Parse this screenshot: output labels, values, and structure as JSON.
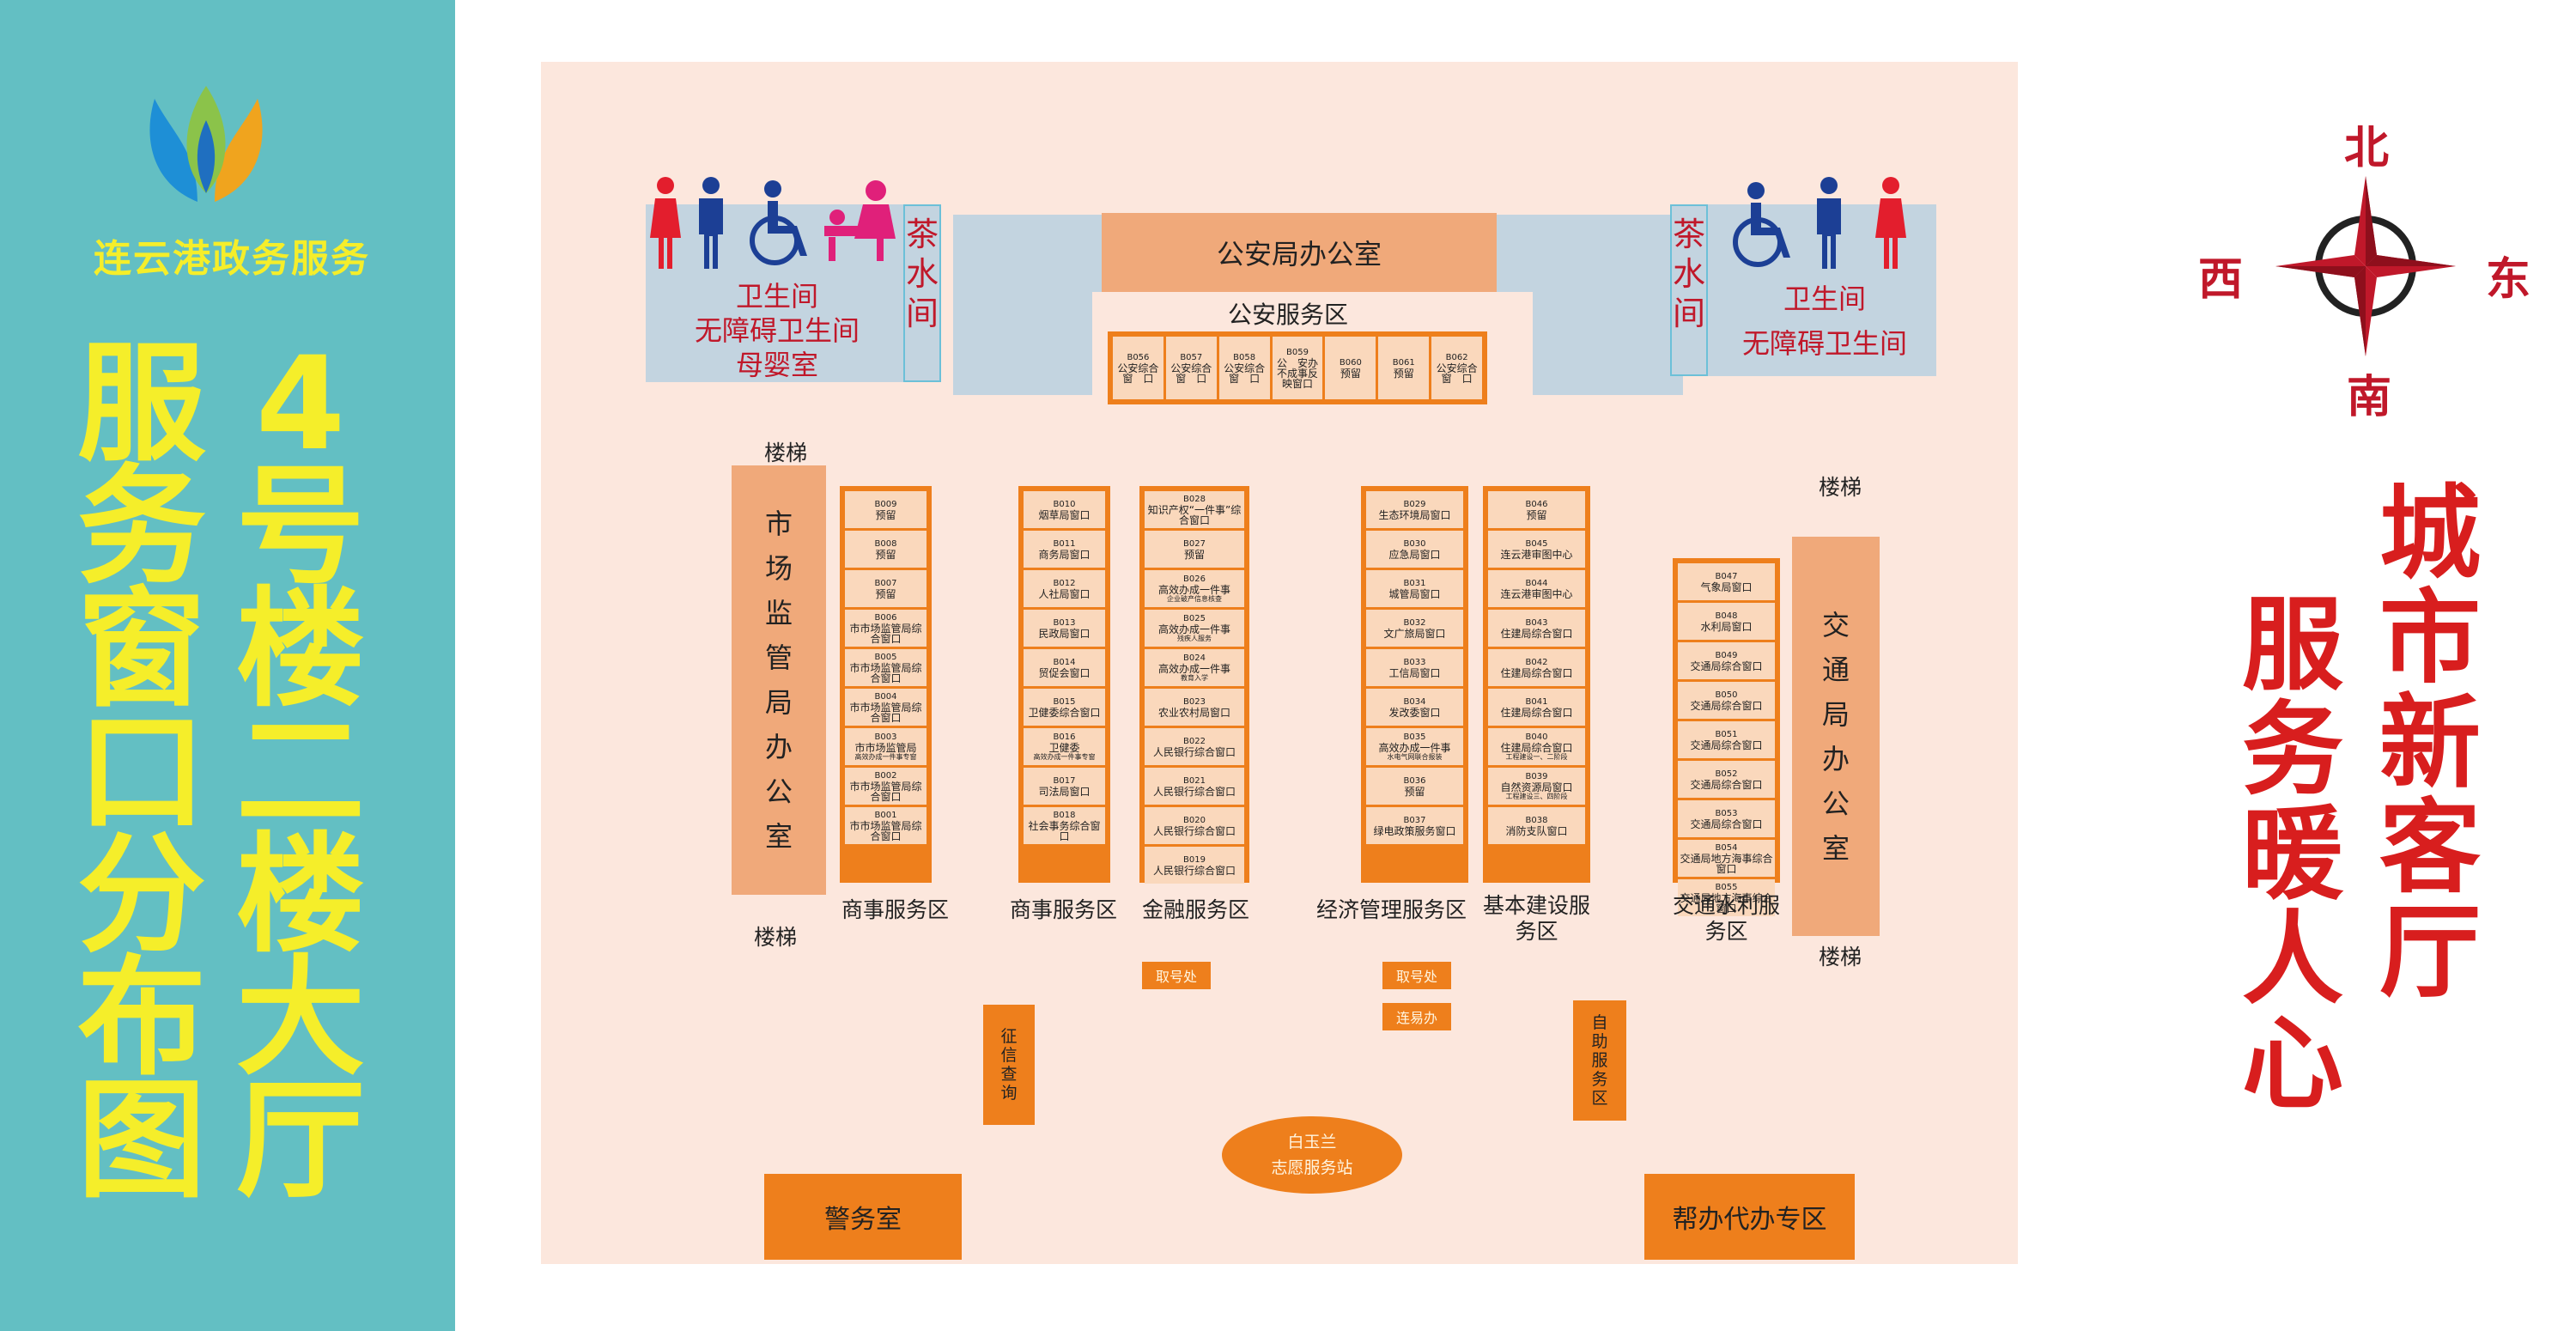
{
  "brand": {
    "name": "连云港政务服务",
    "logo_icon": "leaf-logo-icon"
  },
  "title": {
    "col1": "服务窗口分布图",
    "col2": "4号楼二楼大厅"
  },
  "colors": {
    "panel": "#63bfc3",
    "title_yellow": "#f5ee2a",
    "plan_bg": "#fce7dd",
    "orange": "#ee7f1c",
    "light_orange": "#f0a97a",
    "cell": "#fad8bc",
    "restroom": "#c3d4e0",
    "red": "#c0182a"
  },
  "restroom_left": {
    "line1": "卫生间",
    "line2": "无障碍卫生间",
    "line3": "母婴室"
  },
  "restroom_right": {
    "line1": "卫生间",
    "line2": "无障碍卫生间"
  },
  "tea_room": "茶水间",
  "police_office": "公安局办公室",
  "police_zone": "公安服务区",
  "police_windows": [
    {
      "id": "B056",
      "name": "公安综合窗　口"
    },
    {
      "id": "B057",
      "name": "公安综合窗　口"
    },
    {
      "id": "B058",
      "name": "公安综合窗　口"
    },
    {
      "id": "B059",
      "name": "公　安办不成事反映窗口"
    },
    {
      "id": "B060",
      "name": "预留"
    },
    {
      "id": "B061",
      "name": "预留"
    },
    {
      "id": "B062",
      "name": "公安综合窗　口"
    }
  ],
  "stairs": "楼梯",
  "market_office": "市场监管局办公室",
  "traffic_office": "交通局办公室",
  "columns": {
    "c1": [
      {
        "id": "B009",
        "name": "预留"
      },
      {
        "id": "B008",
        "name": "预留"
      },
      {
        "id": "B007",
        "name": "预留"
      },
      {
        "id": "B006",
        "name": "市市场监管局综合窗口"
      },
      {
        "id": "B005",
        "name": "市市场监管局综合窗口"
      },
      {
        "id": "B004",
        "name": "市市场监管局综合窗口"
      },
      {
        "id": "B003",
        "name": "市市场监管局",
        "sub": "高效办成一件事专窗"
      },
      {
        "id": "B002",
        "name": "市市场监管局综合窗口"
      },
      {
        "id": "B001",
        "name": "市市场监管局综合窗口"
      }
    ],
    "c2": [
      {
        "id": "B010",
        "name": "烟草局窗口"
      },
      {
        "id": "B011",
        "name": "商务局窗口"
      },
      {
        "id": "B012",
        "name": "人社局窗口"
      },
      {
        "id": "B013",
        "name": "民政局窗口"
      },
      {
        "id": "B014",
        "name": "贸促会窗口"
      },
      {
        "id": "B015",
        "name": "卫健委综合窗口"
      },
      {
        "id": "B016",
        "name": "卫健委",
        "sub": "高效办成一件事专窗"
      },
      {
        "id": "B017",
        "name": "司法局窗口"
      },
      {
        "id": "B018",
        "name": "社会事务综合窗口"
      }
    ],
    "c3": [
      {
        "id": "B028",
        "name": "知识产权“一件事”综合窗口"
      },
      {
        "id": "B027",
        "name": "预留"
      },
      {
        "id": "B026",
        "name": "高效办成一件事",
        "sub": "企业破产信息核查"
      },
      {
        "id": "B025",
        "name": "高效办成一件事",
        "sub": "残疾人服务"
      },
      {
        "id": "B024",
        "name": "高效办成一件事",
        "sub": "教育入学"
      },
      {
        "id": "B023",
        "name": "农业农村局窗口"
      },
      {
        "id": "B022",
        "name": "人民银行综合窗口"
      },
      {
        "id": "B021",
        "name": "人民银行综合窗口"
      },
      {
        "id": "B020",
        "name": "人民银行综合窗口"
      },
      {
        "id": "B019",
        "name": "人民银行综合窗口"
      }
    ],
    "c4": [
      {
        "id": "B029",
        "name": "生态环境局窗口"
      },
      {
        "id": "B030",
        "name": "应急局窗口"
      },
      {
        "id": "B031",
        "name": "城管局窗口"
      },
      {
        "id": "B032",
        "name": "文广旅局窗口"
      },
      {
        "id": "B033",
        "name": "工信局窗口"
      },
      {
        "id": "B034",
        "name": "发改委窗口"
      },
      {
        "id": "B035",
        "name": "高效办成一件事",
        "sub": "水电气网联合报装"
      },
      {
        "id": "B036",
        "name": "预留"
      },
      {
        "id": "B037",
        "name": "绿电政策服务窗口"
      }
    ],
    "c5": [
      {
        "id": "B046",
        "name": "预留"
      },
      {
        "id": "B045",
        "name": "连云港审图中心"
      },
      {
        "id": "B044",
        "name": "连云港审图中心"
      },
      {
        "id": "B043",
        "name": "住建局综合窗口"
      },
      {
        "id": "B042",
        "name": "住建局综合窗口"
      },
      {
        "id": "B041",
        "name": "住建局综合窗口"
      },
      {
        "id": "B040",
        "name": "住建局综合窗口",
        "sub": "工程建设一、二阶段"
      },
      {
        "id": "B039",
        "name": "自然资源局窗口",
        "sub": "工程建设三、四阶段"
      },
      {
        "id": "B038",
        "name": "消防支队窗口"
      }
    ],
    "c6": [
      {
        "id": "B047",
        "name": "气象局窗口"
      },
      {
        "id": "B048",
        "name": "水利局窗口"
      },
      {
        "id": "B049",
        "name": "交通局综合窗口"
      },
      {
        "id": "B050",
        "name": "交通局综合窗口"
      },
      {
        "id": "B051",
        "name": "交通局综合窗口"
      },
      {
        "id": "B052",
        "name": "交通局综合窗口"
      },
      {
        "id": "B053",
        "name": "交通局综合窗口"
      },
      {
        "id": "B054",
        "name": "交通局地方海事综合窗口"
      },
      {
        "id": "B055",
        "name": "交通局地方海事综合窗口"
      }
    ]
  },
  "zones": {
    "z1": "商事服务区",
    "z2": "商事服务区",
    "z3": "金融服务区",
    "z4": "经济管理服务区",
    "z5": "基本建设服务区",
    "z6": "交通水利服务区"
  },
  "tags": {
    "ticket1": "取号处",
    "ticket2": "取号处",
    "lianyiban": "连易办",
    "credit": "征信查询",
    "self_service": "自助服务区",
    "volunteer_line1": "白玉兰",
    "volunteer_line2": "志愿服务站",
    "police_room": "警务室",
    "help_zone": "帮办代办专区"
  },
  "compass": {
    "north": "北",
    "south": "南",
    "west": "西",
    "east": "东"
  },
  "slogan": {
    "col1": "城市新客厅",
    "col2": "服务暖人心"
  }
}
